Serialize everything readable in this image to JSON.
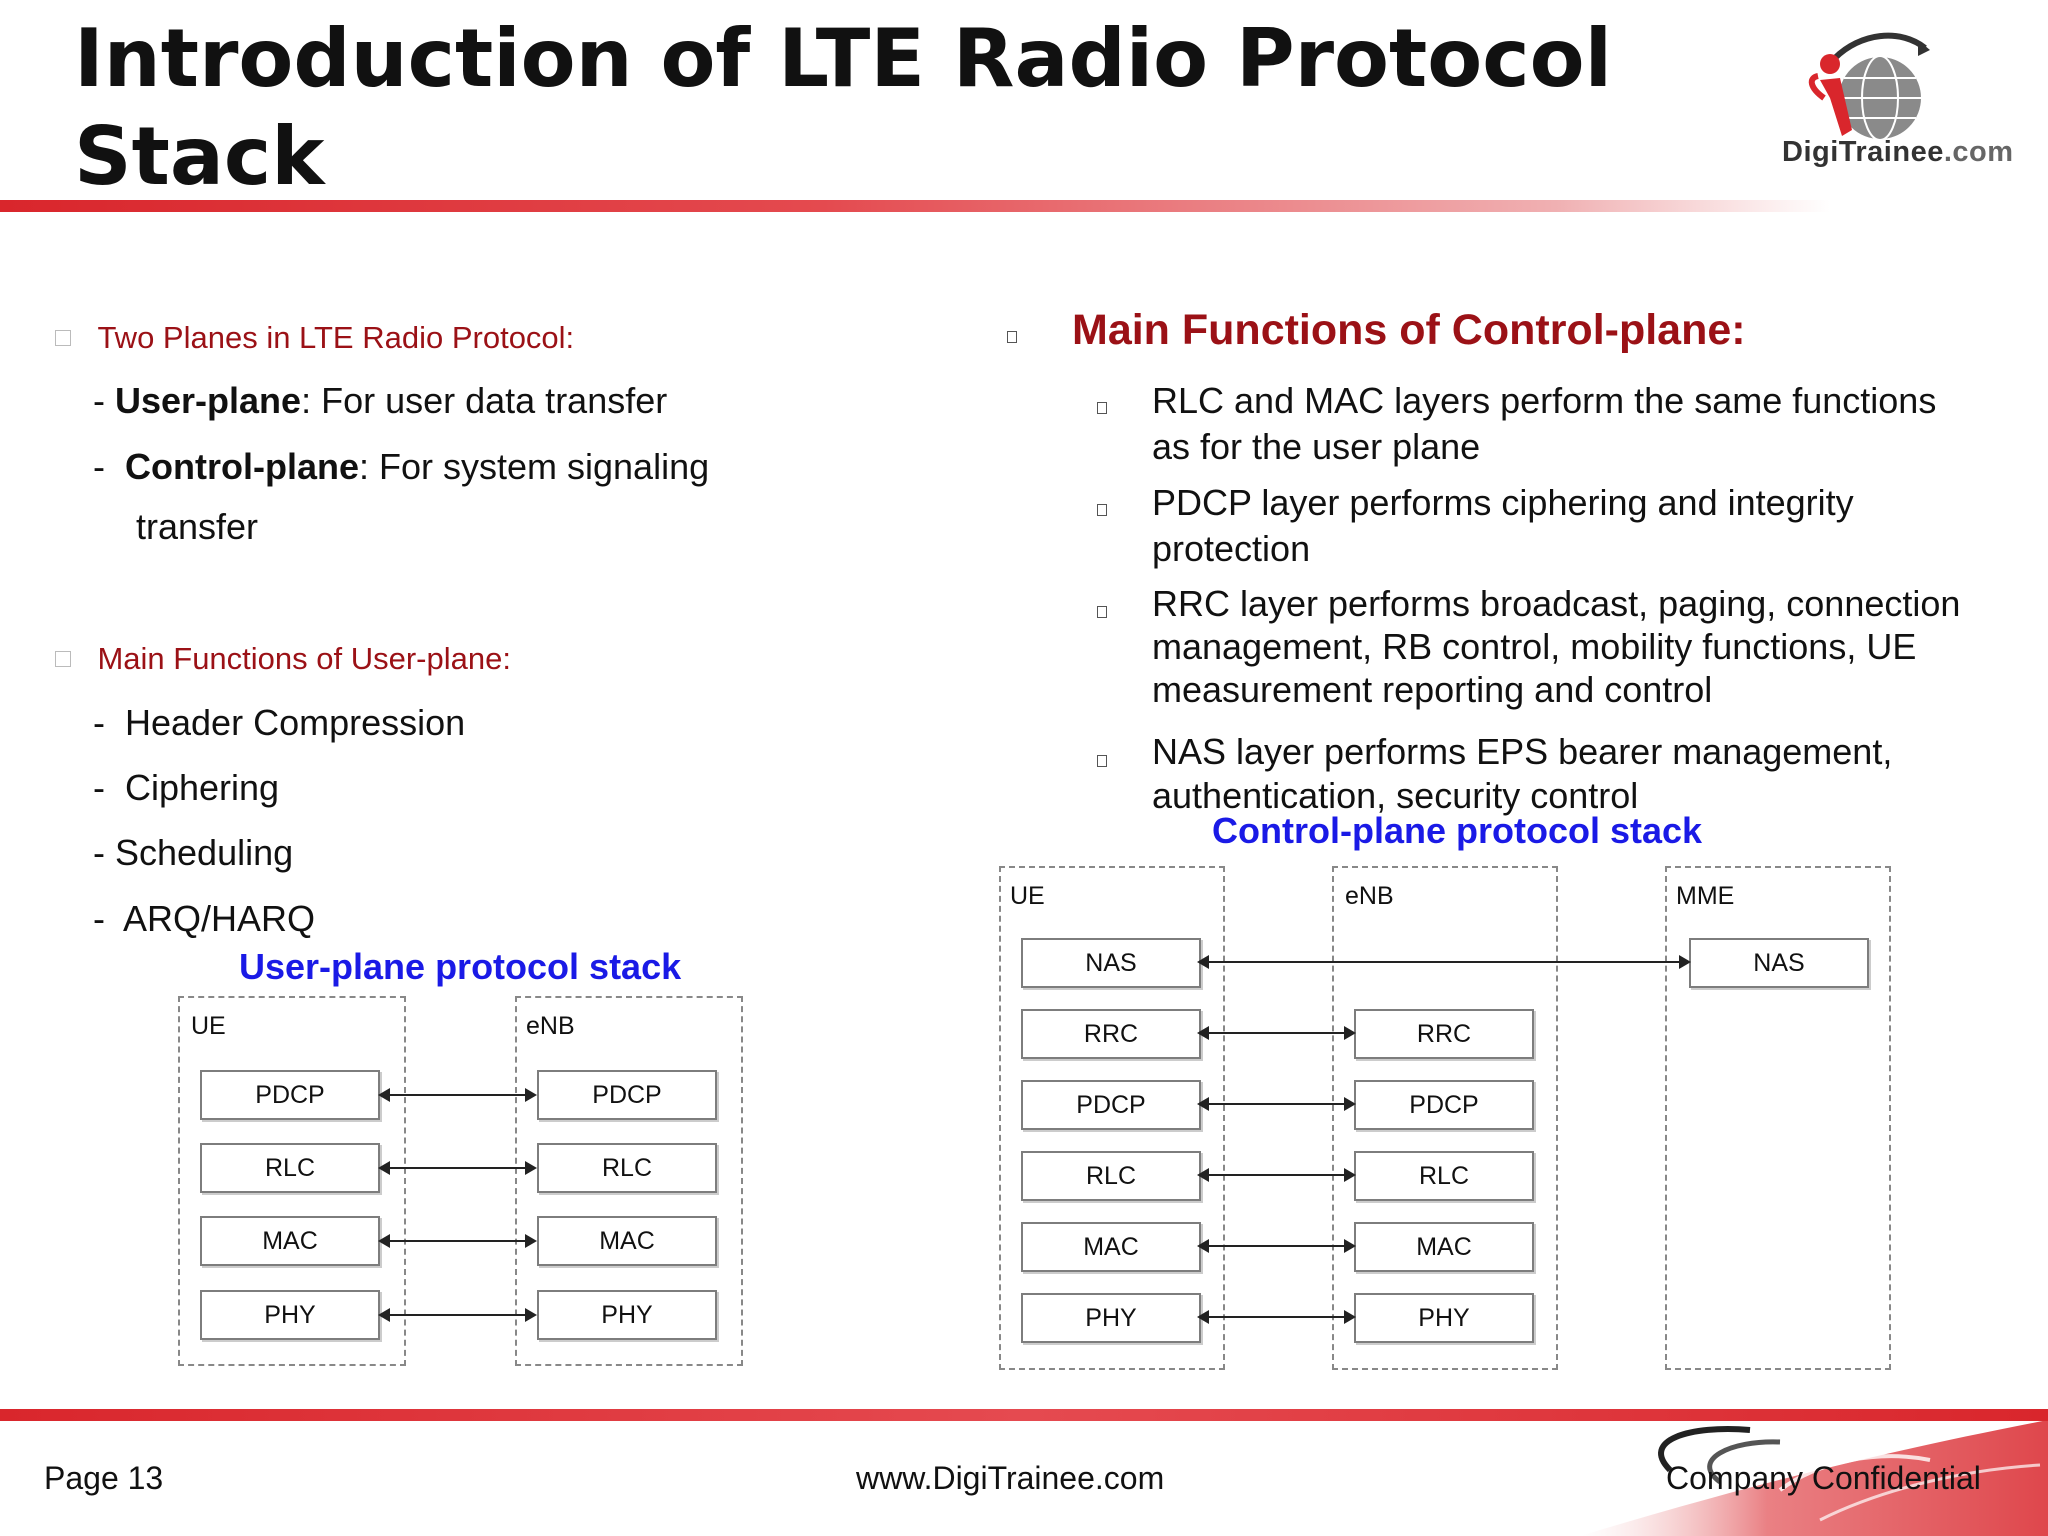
{
  "header": {
    "title_line1": "Introduction of LTE Radio Protocol",
    "title_line2": "Stack",
    "logo_name": "DigiTrainee",
    "logo_suffix": ".com"
  },
  "left": {
    "planes_heading": "Two Planes in LTE Radio Protocol:",
    "user_plane_prefix": "- ",
    "user_plane_term": "User-plane",
    "user_plane_desc": ": For user data transfer",
    "control_plane_prefix": "-  ",
    "control_plane_term": "Control-plane",
    "control_plane_desc": ": For system signaling",
    "control_plane_desc_cont": "transfer",
    "functions_heading": "Main Functions of User-plane:",
    "functions": [
      "-  Header Compression",
      "-  Ciphering",
      "- Scheduling",
      "-  ARQ/HARQ"
    ]
  },
  "right": {
    "heading": "Main Functions of Control-plane:",
    "items": [
      {
        "line1": "RLC and MAC layers perform the same functions",
        "line2": "as for the user plane",
        "line3": ""
      },
      {
        "line1": "PDCP layer performs ciphering and integrity",
        "line2": "protection",
        "line3": ""
      },
      {
        "line1": "RRC layer performs broadcast, paging, connection",
        "line2": "management, RB control, mobility functions, UE",
        "line3": "measurement reporting and control"
      },
      {
        "line1": "NAS layer performs EPS bearer management,",
        "line2": "authentication, security control",
        "line3": ""
      }
    ]
  },
  "user_plane_diagram": {
    "title": "User-plane protocol stack",
    "ue_label": "UE",
    "enb_label": "eNB",
    "layers": [
      "PDCP",
      "RLC",
      "MAC",
      "PHY"
    ]
  },
  "control_plane_diagram": {
    "title": "Control-plane protocol stack",
    "ue_label": "UE",
    "enb_label": "eNB",
    "mme_label": "MME",
    "nas_label": "NAS",
    "layers": [
      "RRC",
      "PDCP",
      "RLC",
      "MAC",
      "PHY"
    ]
  },
  "footer": {
    "page": "Page 13",
    "website": "www.DigiTrainee.com",
    "confidential": "Company Confidential"
  }
}
